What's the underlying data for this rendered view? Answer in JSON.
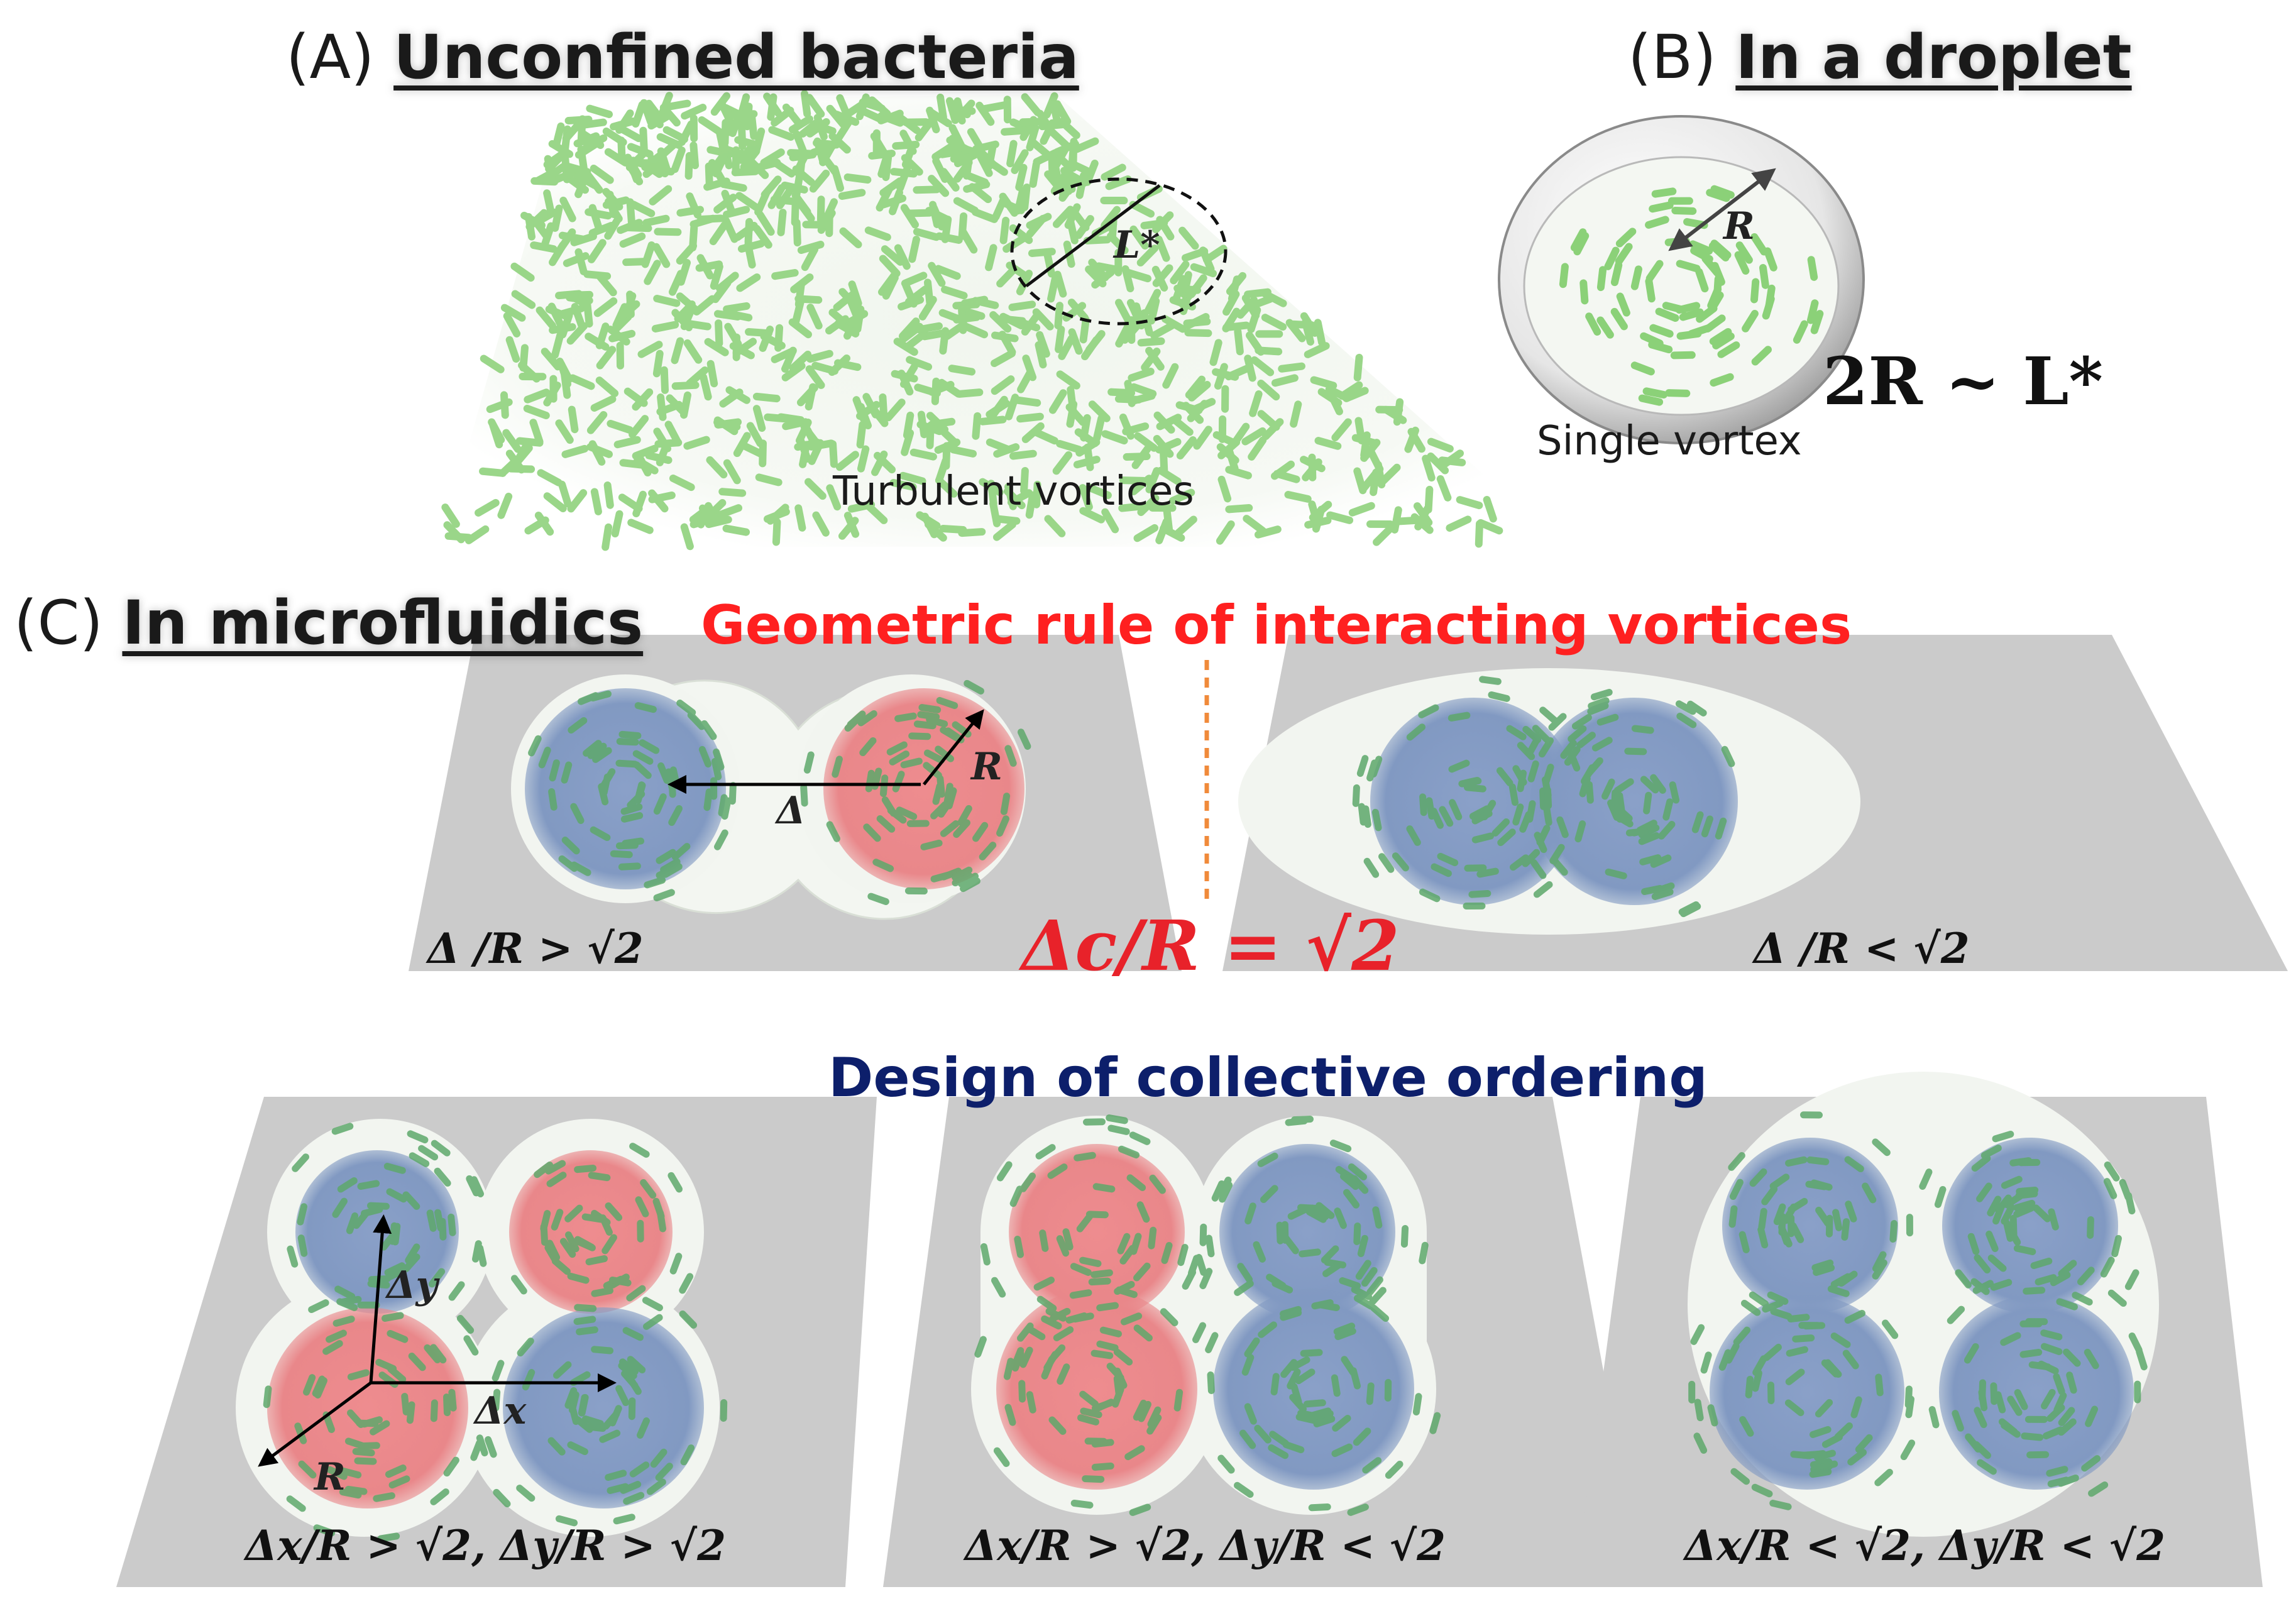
{
  "panel_a": {
    "label": "(A)",
    "title": "Unconfined bacteria",
    "caption": "Turbulent vortices",
    "length_symbol": "L*"
  },
  "panel_b": {
    "label": "(B)",
    "title": "In a droplet",
    "caption": "Single vortex",
    "radius_symbol": "R",
    "relation": "2R ~ L*"
  },
  "panel_c": {
    "label": "(C)",
    "title": "In microfluidics",
    "rule_heading": "Geometric rule of interacting vortices",
    "critical": "Δc/R = √2",
    "pair_left_condition": "Δ /R > √2",
    "pair_right_condition": "Δ /R < √2",
    "pair_symbols": {
      "delta": "Δ",
      "radius": "R"
    },
    "design_heading": "Design of collective ordering",
    "quad_symbols": {
      "delta_x": "Δx",
      "delta_y": "Δy",
      "radius": "R"
    },
    "quad_conditions": [
      "Δx/R > √2, Δy/R > √2",
      "Δx/R > √2, Δy/R < √2",
      "Δx/R < √2, Δy/R < √2"
    ]
  },
  "colors": {
    "counter_clockwise": "#e87f83",
    "clockwise": "#7a93bf",
    "bacteria": "#7cc96a",
    "plane": "#c9c9c9",
    "heading_red": "#ff2020",
    "heading_blue": "#0d1f6b"
  }
}
